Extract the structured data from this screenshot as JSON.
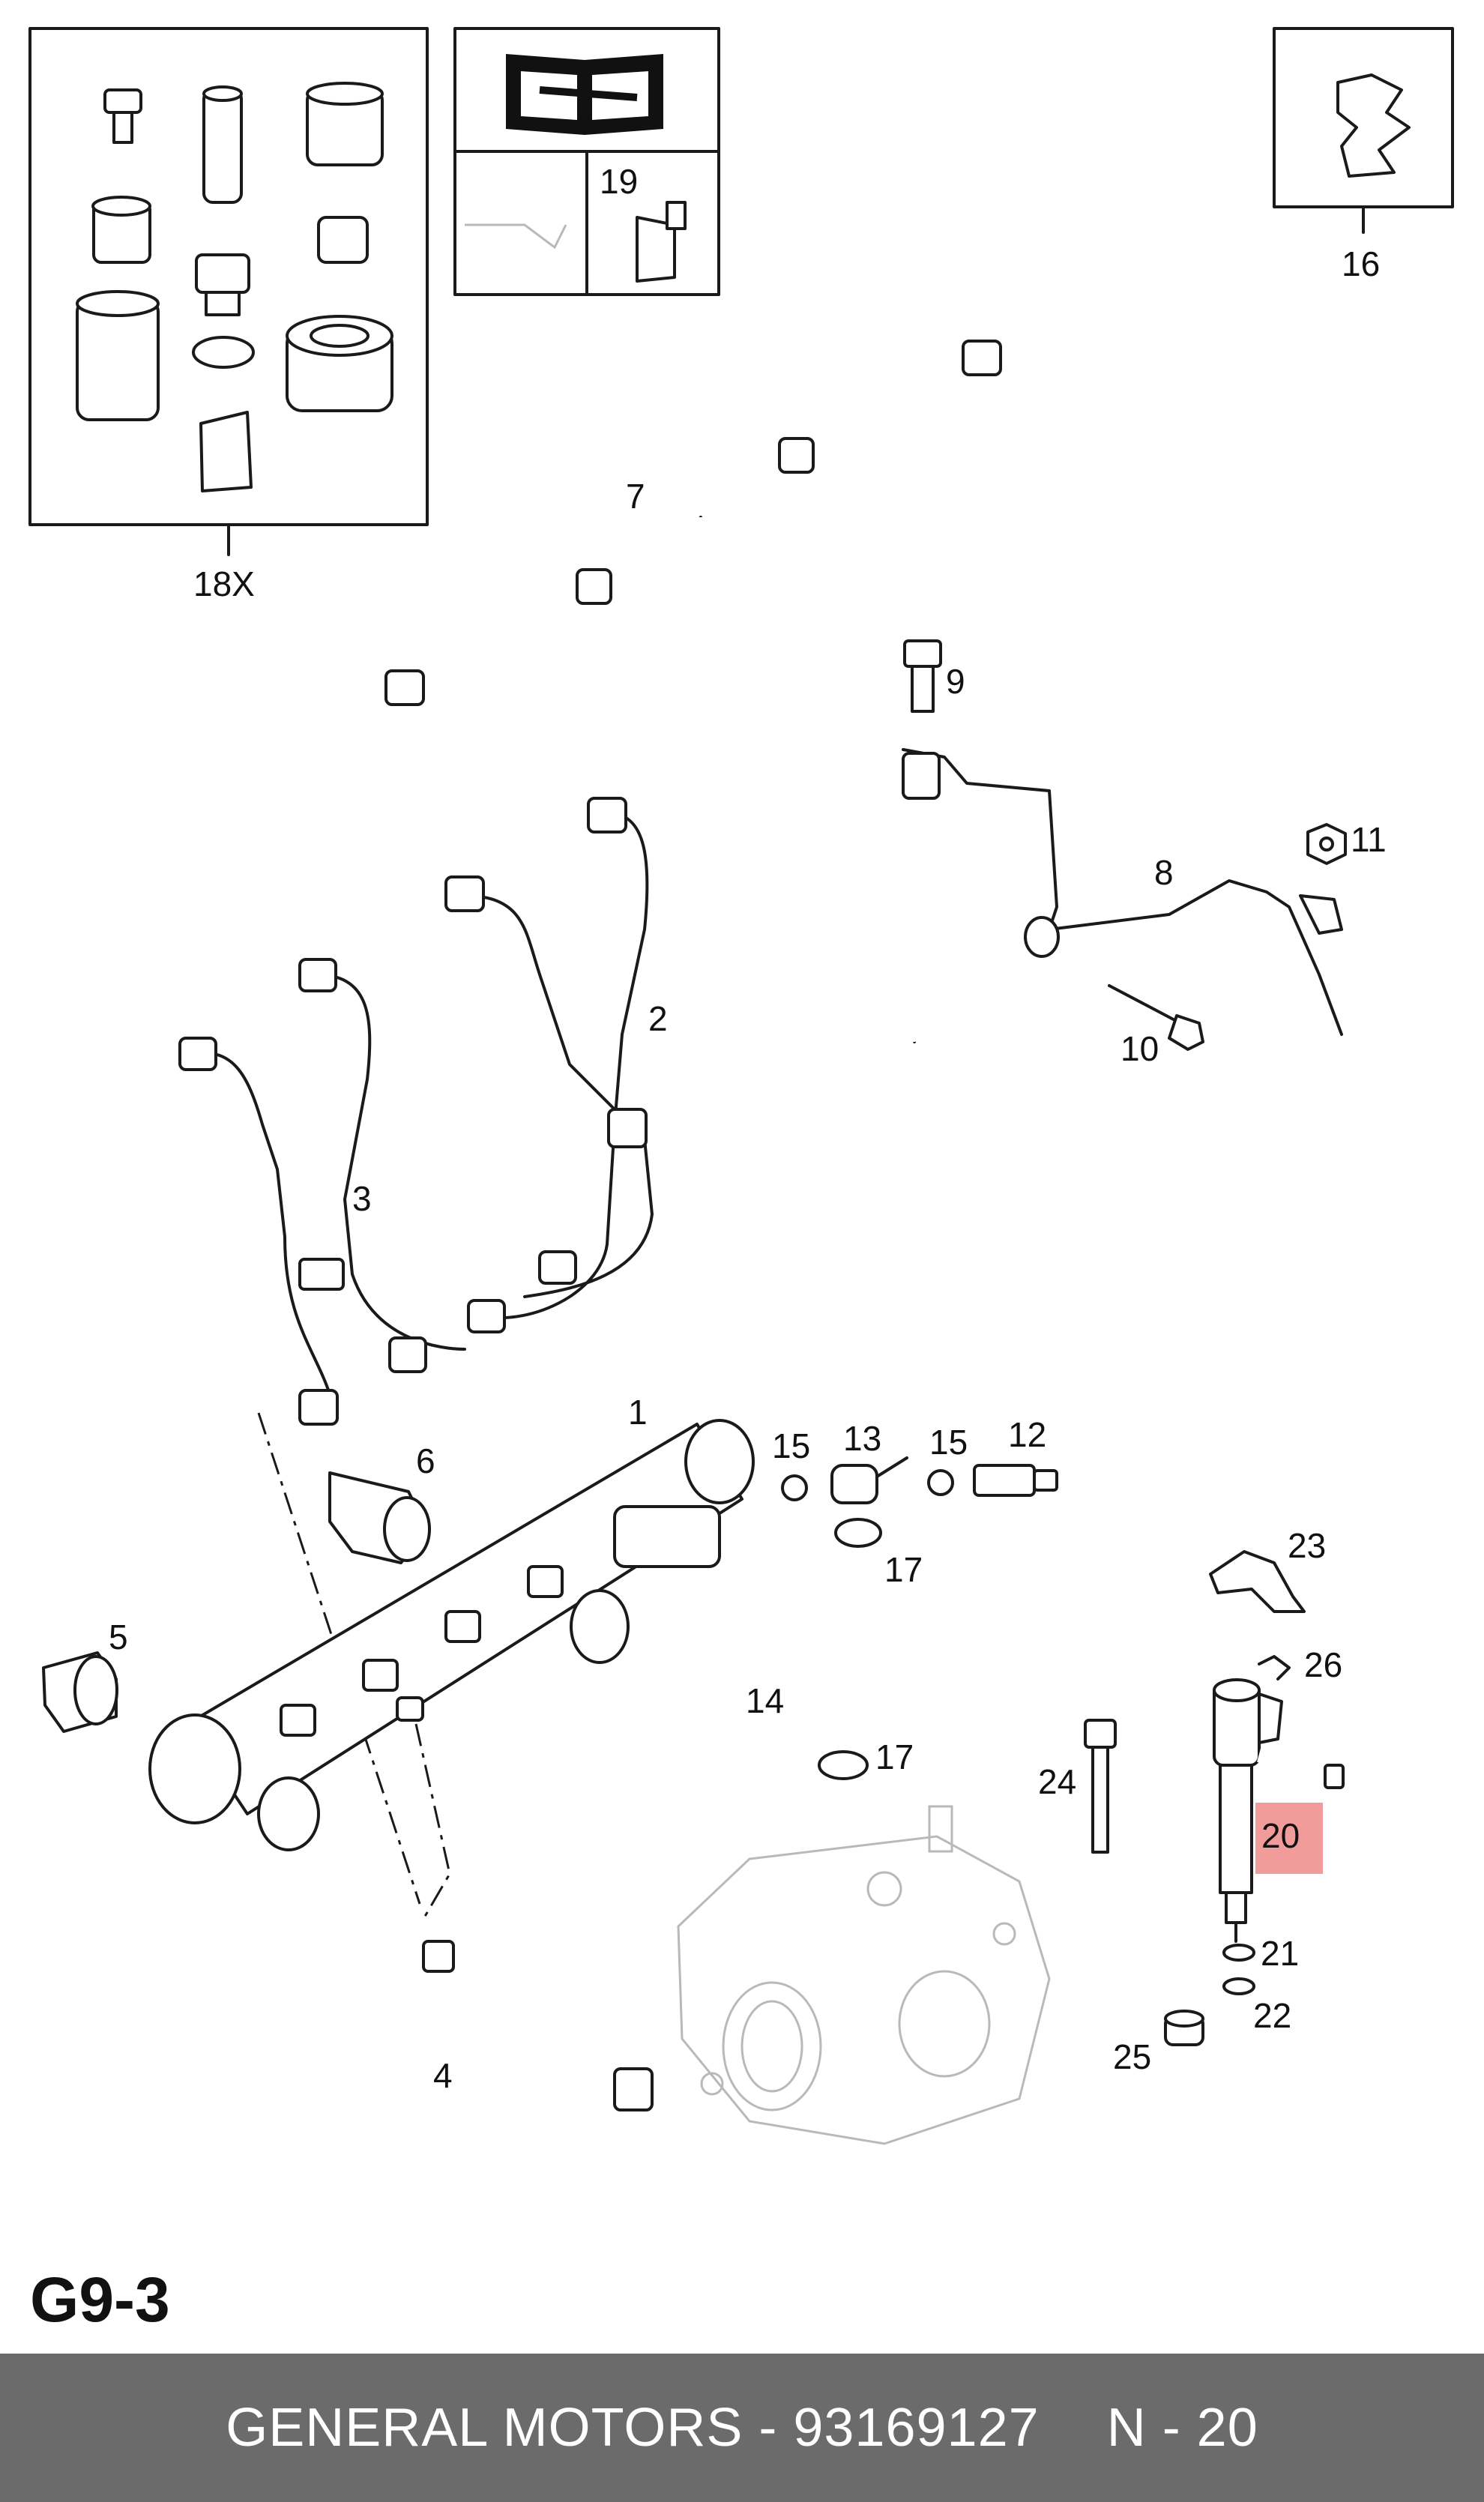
{
  "diagram_code": "G9-3",
  "footer": {
    "brand_part": "GENERAL MOTORS - 93169127",
    "position": "N - 20"
  },
  "highlight_color": "#f08a8a",
  "highlighted_callout": "20",
  "callouts": {
    "c1": "1",
    "c2": "2",
    "c3": "3",
    "c4": "4",
    "c5": "5",
    "c6": "6",
    "c7": "7",
    "c8": "8",
    "c9": "9",
    "c10": "10",
    "c11": "11",
    "c12": "12",
    "c13": "13",
    "c14": "14",
    "c15a": "15",
    "c15b": "15",
    "c16": "16",
    "c17a": "17",
    "c17b": "17",
    "c18x": "18X",
    "c19": "19",
    "c20": "20",
    "c21": "21",
    "c22": "22",
    "c23": "23",
    "c24": "24",
    "c25": "25",
    "c26": "26"
  }
}
